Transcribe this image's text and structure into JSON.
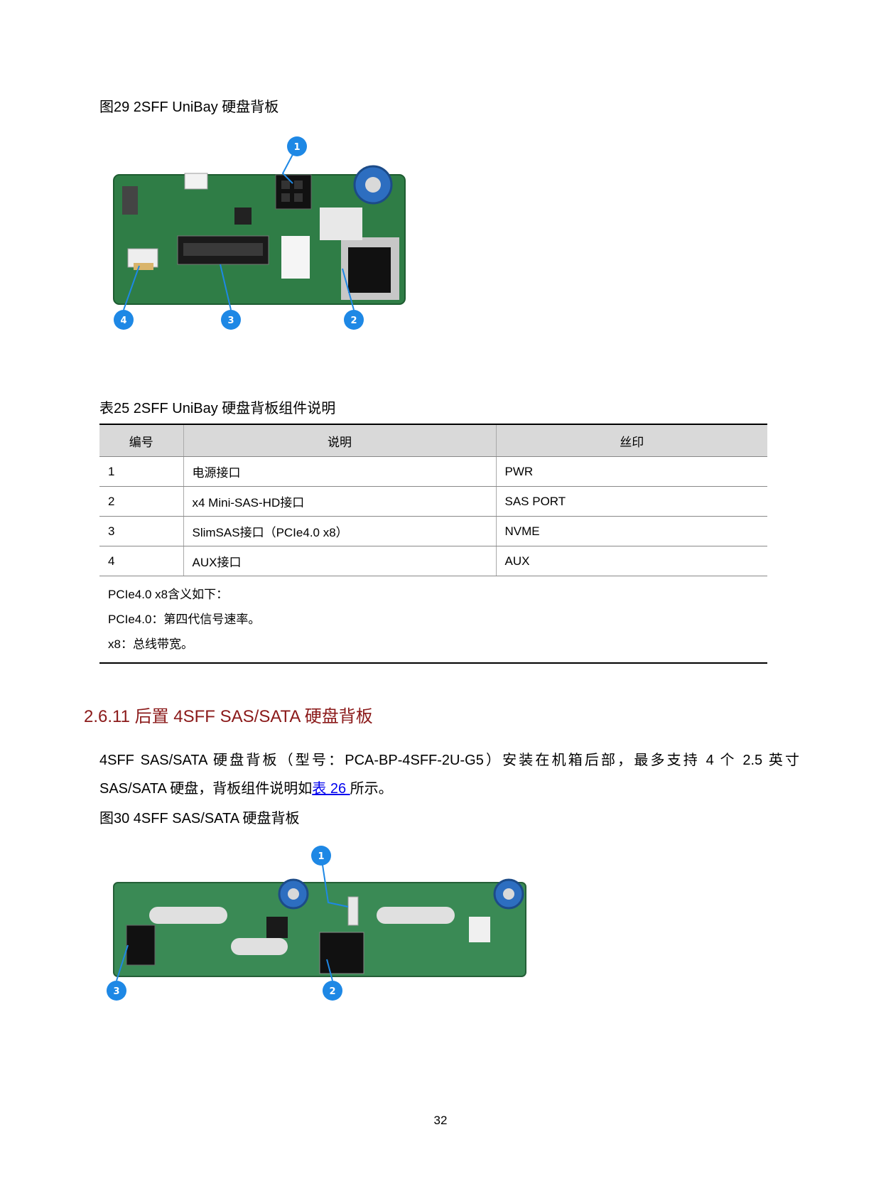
{
  "figure29": {
    "caption": "图29 2SFF UniBay 硬盘背板",
    "callouts": [
      "1",
      "2",
      "3",
      "4"
    ]
  },
  "table25": {
    "caption": "表25 2SFF UniBay 硬盘背板组件说明",
    "headers": [
      "编号",
      "说明",
      "丝印"
    ],
    "rows": [
      [
        "1",
        "电源接口",
        "PWR"
      ],
      [
        "2",
        "x4 Mini-SAS-HD接口",
        "SAS PORT"
      ],
      [
        "3",
        "SlimSAS接口（PCIe4.0 x8）",
        "NVME"
      ],
      [
        "4",
        "AUX接口",
        "AUX"
      ]
    ],
    "notes": [
      "PCIe4.0 x8含义如下：",
      "PCIe4.0：第四代信号速率。",
      "x8：总线带宽。"
    ]
  },
  "section": {
    "heading": "2.6.11  后置 4SFF SAS/SATA 硬盘背板",
    "paragraph_before_link": "4SFF SAS/SATA 硬盘背板（型号：PCA-BP-4SFF-2U-G5）安装在机箱后部，最多支持 4 个 2.5 英寸 SAS/SATA 硬盘，背板组件说明如",
    "link_text": "表 26 ",
    "paragraph_after_link": "所示。"
  },
  "figure30": {
    "caption": "图30 4SFF SAS/SATA 硬盘背板",
    "callouts": [
      "1",
      "2",
      "3"
    ]
  },
  "page_number": "32"
}
